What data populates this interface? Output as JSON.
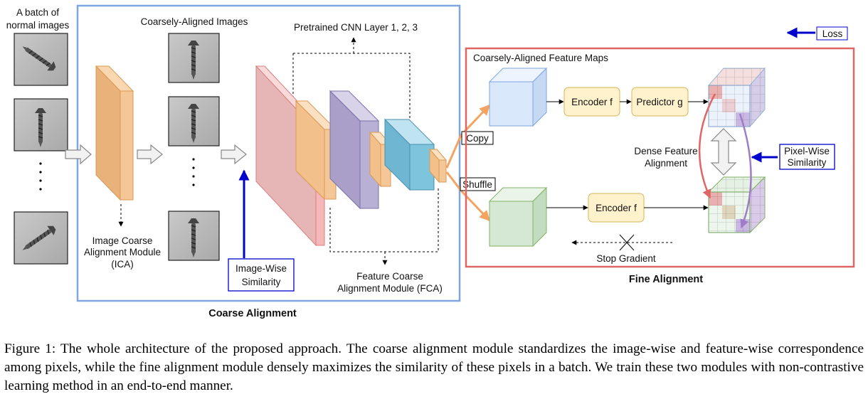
{
  "labels": {
    "batch_line1": "A batch of",
    "batch_line2": "normal images",
    "coarsely_aligned_images": "Coarsely-Aligned Images",
    "pretrained_cnn": "Pretrained CNN Layer 1, 2, 3",
    "ica_line1": "Image Coarse",
    "ica_line2": "Alignment Module",
    "ica_line3": "(ICA)",
    "image_wise_line1": "Image-Wise",
    "image_wise_line2": "Similarity",
    "fca_line1": "Feature Coarse",
    "fca_line2": "Alignment Module (FCA)",
    "coarse_alignment": "Coarse Alignment",
    "copy": "Copy",
    "shuffle": "Shuffle",
    "loss": "Loss",
    "feature_maps": "Coarsely-Aligned Feature Maps",
    "encoder_f": "Encoder f",
    "predictor_g": "Predictor g",
    "dense_line1": "Dense Feature",
    "dense_line2": "Alignment",
    "pixel_wise_line1": "Pixel-Wise",
    "pixel_wise_line2": "Similarity",
    "stop_gradient": "Stop Gradient",
    "fine_alignment": "Fine Alignment"
  },
  "caption": "Figure 1: The whole architecture of the proposed approach. The coarse alignment module standardizes the image-wise and feature-wise correspondence among pixels, while the fine alignment module densely maximizes the similarity of these pixels in a batch. We train these two modules with non-contrastive learning method in an end-to-end manner.",
  "colors": {
    "coarse_border": "#7ea6e0",
    "fine_border": "#e06666",
    "loss_arrow": "#0000cc",
    "orange_block": "#f6c796",
    "pink_block": "#f4b8b8",
    "purple_block": "#b9b0d6",
    "teal_block": "#7fc4dd",
    "blue_cube": "#dae8fc",
    "green_cube": "#d5e8d4",
    "encoder_fill": "#fff2cc"
  }
}
